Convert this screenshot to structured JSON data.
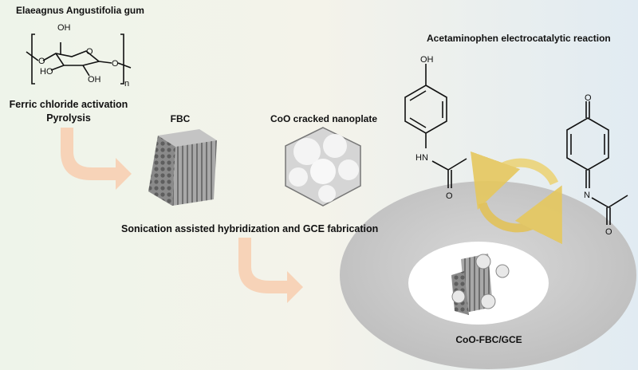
{
  "labels": {
    "source": "Elaeagnus Angustifolia gum",
    "step1_line1": "Ferric chloride activation",
    "step1_line2": "Pyrolysis",
    "fbc": "FBC",
    "coo": "CoO cracked nanoplate",
    "step2": "Sonication assisted hybridization and GCE fabrication",
    "reaction": "Acetaminophen electrocatalytic reaction",
    "electrode": "CoO-FBC/GCE"
  },
  "atoms": {
    "oh": "OH",
    "ho": "HO",
    "o": "O",
    "n_sub": "n",
    "hn": "HN",
    "n": "N"
  },
  "colors": {
    "arrow": "#f6c9a8",
    "cycle": "#e8cf6a",
    "disc": "#c9c9c9",
    "bg_left": "#eef3ea",
    "bg_right": "#e3edf3"
  }
}
